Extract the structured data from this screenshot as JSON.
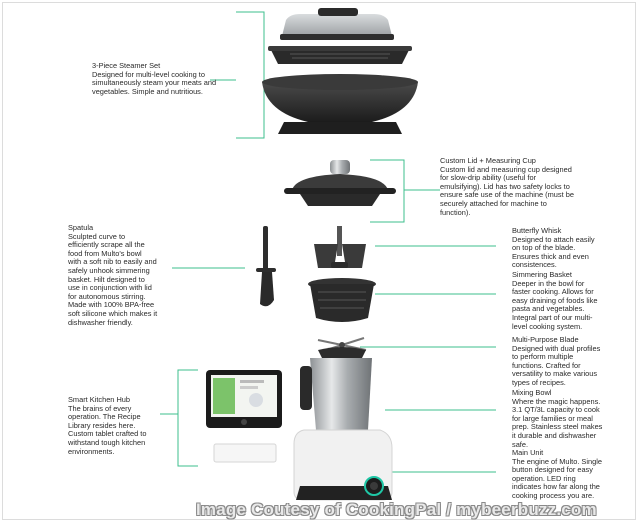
{
  "callouts": {
    "steamer": {
      "title": "3-Piece Steamer Set",
      "desc": "Designed for multi-level cooking to\nsimultaneously steam your meats and\nvegetables. Simple and nutritious."
    },
    "lid": {
      "title": "Custom Lid + Measuring Cup",
      "desc": "Custom lid and measuring cup designed\nfor slow-drip ability (useful for\nemulsifying). Lid has two safety locks to\nensure safe use of the machine (must be\nsecurely attached for machine to\nfunction)."
    },
    "spatula": {
      "title": "Spatula",
      "desc": "Sculpted curve to\nefficiently scrape all the\nfood from Multo's bowl\nwith a soft nib to easily and\nsafely unhook simmering\nbasket. Hilt designed to\nuse in conjunction with lid\nfor autonomous stirring.\nMade with 100% BPA-free\nsoft silicone which makes it\ndishwasher friendly."
    },
    "whisk": {
      "title": "Butterfly Whisk",
      "desc": "Designed to attach easily\non top of the blade.\nEnsures thick and even\nconsistences."
    },
    "basket": {
      "title": "Simmering Basket",
      "desc": "Deeper in the bowl for\nfaster cooking. Allows for\neasy draining of foods like\npasta and vegetables.\nIntegral part of our multi-\nlevel cooking system."
    },
    "blade": {
      "title": "Multi-Purpose Blade",
      "desc": "Designed with dual profiles\nto perform multiple\nfunctions. Crafted for\nversatility to make various\ntypes of recipes."
    },
    "hub": {
      "title": "Smart Kitchen Hub",
      "desc": "The brains of every\noperation. The Recipe\nLibrary resides here.\nCustom tablet crafted to\nwithstand tough kitchen\nenvironments."
    },
    "bowl": {
      "title": "Mixing Bowl",
      "desc": "Where the magic happens.\n3.1 QT/3L capacity to cook\nfor large families or meal\nprep. Stainless steel makes\nit durable and dishwasher\nsafe."
    },
    "main": {
      "title": "Main Unit",
      "desc": "The engine of Multo. Single\nbutton designed for easy\noperation. LED ring\nindicates how far along the\ncooking process you are."
    }
  },
  "credit": "Image Coutesy of CookingPal  /  mybeerbuzz.com",
  "colors": {
    "leader": "#3dbf8c",
    "body_dark": "#2e2e2e",
    "steel": "#b9bcbe",
    "led_ring": "#1fc7a6"
  }
}
